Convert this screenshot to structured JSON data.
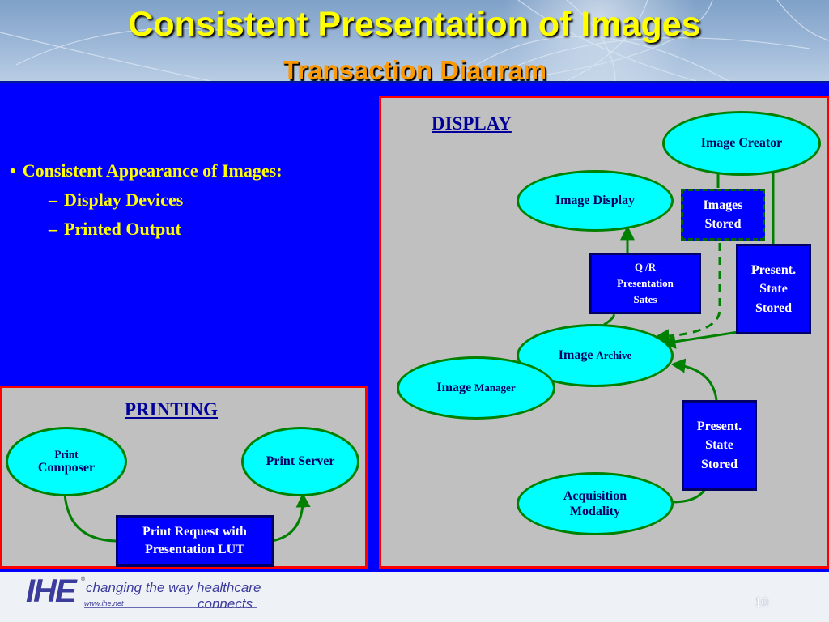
{
  "slide": {
    "title": "Consistent Presentation of Images",
    "subtitle": "Transaction Diagram"
  },
  "bullets": {
    "main": "Consistent Appearance of Images:",
    "sub": [
      "Display Devices",
      "Printed Output"
    ],
    "bullet_char": "•",
    "dash_char": "–"
  },
  "display": {
    "heading": "DISPLAY",
    "image_creator": "Image Creator",
    "image_display": "Image Display",
    "images_stored_1": "Images",
    "images_stored_2": "Stored",
    "qr_1": "Q /R",
    "qr_2": "Presentation",
    "qr_3": "Sates",
    "pss_top_1": "Present.",
    "pss_top_2": "State",
    "pss_top_3": "Stored",
    "archive_main": "Image ",
    "archive_small": "Archive",
    "manager_main": "Image ",
    "manager_small": "Manager",
    "pss_bottom_1": "Present.",
    "pss_bottom_2": "State",
    "pss_bottom_3": "Stored",
    "acquisition_1": "Acquisition",
    "acquisition_2": "Modality"
  },
  "printing": {
    "heading": "PRINTING",
    "composer_1": "Print",
    "composer_2": "Composer",
    "server": "Print Server",
    "request_1": "Print Request with",
    "request_2": "Presentation LUT"
  },
  "footer": {
    "logo": "IHE",
    "logo_reg": "®",
    "tagline_1": "changing the way healthcare",
    "tagline_2": "connects",
    "url": "www.ihe.net",
    "page_number": "10"
  },
  "colors": {
    "title": "#ffff00",
    "subtitle": "#ff9900",
    "background_blue": "#0000ff",
    "panel_border": "#ff0000",
    "ellipse_fill": "#00ffff",
    "connector": "#008000"
  }
}
